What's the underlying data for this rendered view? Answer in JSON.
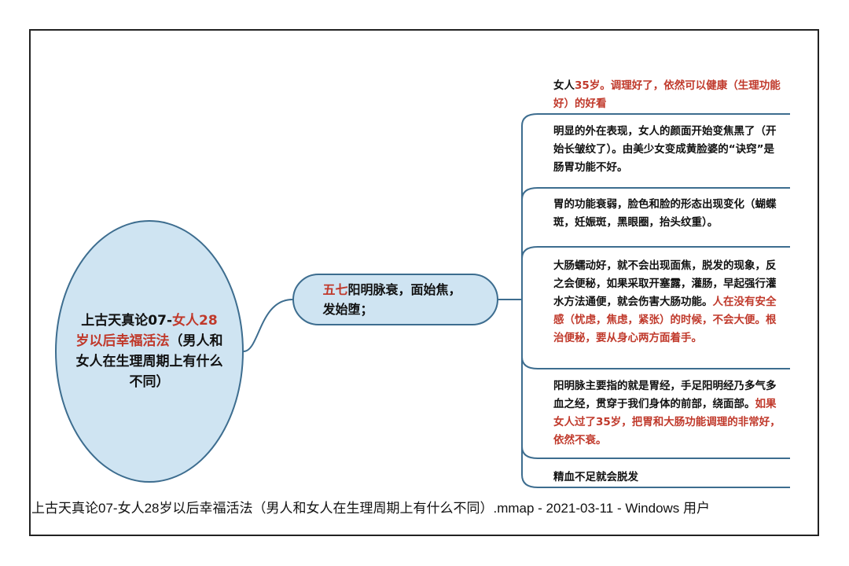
{
  "root": {
    "prefix": "上古天真论07-",
    "highlight": "女人28岁以后幸福活法",
    "rest": "（男人和女人在生理周期上有什么不同）"
  },
  "branch": {
    "highlight": "五七",
    "rest": "阳明脉衰，面始焦，发始堕；"
  },
  "leaves": [
    {
      "normal": "女人",
      "red": "35岁。调理好了，依然可以健康（生理功能好）的好看",
      "red2": ""
    },
    {
      "normal": "明显的外在表现，女人的颜面开始变焦黑了（开始长皱纹了）。由美少女变成黄脸婆的“诀窍”是肠胃功能不好。",
      "red": "",
      "red2": ""
    },
    {
      "normal": "胃的功能衰弱，脸色和脸的形态出现变化（蝴蝶斑，妊娠斑，黑眼圈，抬头纹重）。",
      "red": "",
      "red2": ""
    },
    {
      "normal": "大肠蠕动好，就不会出现面焦，脱发的现象，反之会便秘，如果采取开塞露，灌肠，早起强行灌水方法通便，就会伤害大肠功能。",
      "red": "人在没有安全感（忧虑，焦虑，紧张）的时候，不会大便。根治便秘，要从身心两方面着手。",
      "red2": ""
    },
    {
      "normal": "阳明脉主要指的就是胃经，手足阳明经乃多气多血之经，贯穿于我们身体的前部，绕面部。",
      "red": "如果女人过了35岁，把胃和大肠功能调理的非常好，依然不衰。",
      "red2": ""
    },
    {
      "normal": "精血不足就会脱发",
      "red": "",
      "red2": ""
    }
  ],
  "footer": "上古天真论07-女人28岁以后幸福活法（男人和女人在生理周期上有什么不同）.mmap - 2021-03-11 - Windows 用户",
  "colors": {
    "node_fill": "#cfe4f2",
    "node_border": "#3d6d8f",
    "highlight": "#c0392b"
  }
}
